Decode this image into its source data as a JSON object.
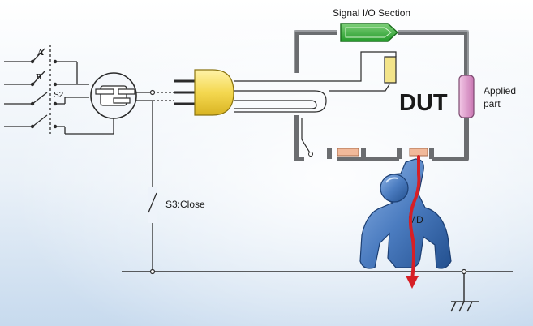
{
  "diagram": {
    "signal_io_label": "Signal I/O Section",
    "dut_label": "DUT",
    "applied_part_label_line1": "Applied",
    "applied_part_label_line2": "part",
    "switch_s3_label": "S3:Close",
    "md_label": "MD",
    "switch_s2_label": "S2",
    "contact_a_label": "A",
    "contact_b_label": "B"
  },
  "colors": {
    "background_gradient_top": "#ffffff",
    "background_gradient_bottom": "#c9dcef",
    "chassis": "#6b6d70",
    "signal_io_fill": "#3daa3c",
    "applied_part_fill": "#e29ad0",
    "plug_fill": "#f7e06a",
    "fuse_fill": "#f3e48a",
    "terminal_fill": "#f1b99a",
    "current_path": "#d61f26",
    "person_fill": "#4e7fc0",
    "wire": "#2b2b2b"
  }
}
